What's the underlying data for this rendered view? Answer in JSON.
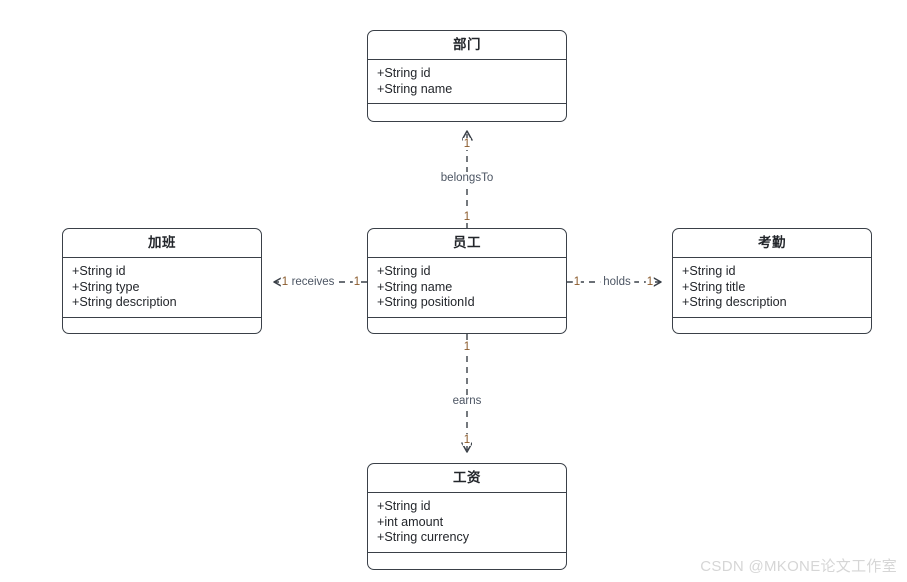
{
  "diagram": {
    "type": "uml-class-diagram",
    "background_color": "#ffffff",
    "box_border_color": "#3a4048",
    "edge_color": "#3a4048",
    "label_color": "#4c5563",
    "multiplicity_color": "#8a5a2b"
  },
  "classes": [
    {
      "id": "department",
      "name": "部门",
      "attributes": [
        "+String id",
        "+String name"
      ],
      "operations": []
    },
    {
      "id": "overtime",
      "name": "加班",
      "attributes": [
        "+String id",
        "+String type",
        "+String description"
      ],
      "operations": []
    },
    {
      "id": "employee",
      "name": "员工",
      "attributes": [
        "+String id",
        "+String name",
        "+String positionId"
      ],
      "operations": []
    },
    {
      "id": "attendance",
      "name": "考勤",
      "attributes": [
        "+String id",
        "+String title",
        "+String description"
      ],
      "operations": []
    },
    {
      "id": "salary",
      "name": "工资",
      "attributes": [
        "+String id",
        "+int amount",
        "+String currency"
      ],
      "operations": []
    }
  ],
  "relationships": [
    {
      "id": "belongsTo",
      "label": "belongsTo",
      "from": "员工",
      "to": "部门",
      "from_multiplicity": "1",
      "to_multiplicity": "1",
      "line_style": "dashed",
      "arrow": "open"
    },
    {
      "id": "receives",
      "label": "receives",
      "from": "员工",
      "to": "加班",
      "from_multiplicity": "1",
      "to_multiplicity": "1",
      "line_style": "dashed",
      "arrow": "open"
    },
    {
      "id": "holds",
      "label": "holds",
      "from": "员工",
      "to": "考勤",
      "from_multiplicity": "1",
      "to_multiplicity": "1",
      "line_style": "dashed",
      "arrow": "open"
    },
    {
      "id": "earns",
      "label": "earns",
      "from": "员工",
      "to": "工资",
      "from_multiplicity": "1",
      "to_multiplicity": "1",
      "line_style": "dashed",
      "arrow": "open"
    }
  ],
  "watermark": {
    "text": "CSDN @MKONE论文工作室"
  }
}
